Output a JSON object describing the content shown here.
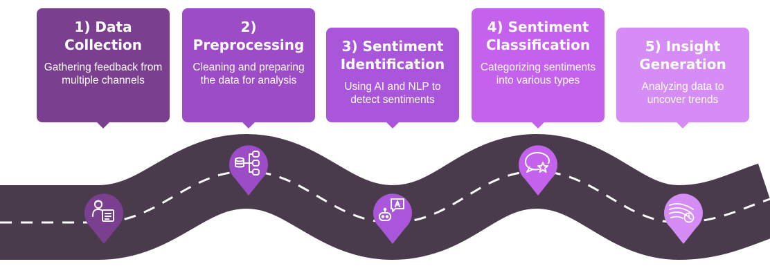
{
  "steps": [
    {
      "title": "1) Data Collection",
      "description": "Gathering feedback from multiple channels",
      "color": "#7b3f8f",
      "icon": "customer-feedback-icon"
    },
    {
      "title": "2) Preprocessing",
      "description": "Cleaning and preparing the data for analysis",
      "color": "#9c4cc6",
      "icon": "database-tree-icon"
    },
    {
      "title": "3) Sentiment Identification",
      "description": "Using AI and NLP to detect sentiments",
      "color": "#a956db",
      "icon": "ai-robot-chat-icon"
    },
    {
      "title": "4) Sentiment Classification",
      "description": "Categorizing sentiments into various types",
      "color": "#c462ee",
      "icon": "chat-star-icon"
    },
    {
      "title": "5) Insight Generation",
      "description": "Analyzing data to uncover trends",
      "color": "#d58cf5",
      "icon": "trend-analysis-icon"
    }
  ],
  "road_color": "#4a3b4c",
  "dash_color": "#ffffff"
}
